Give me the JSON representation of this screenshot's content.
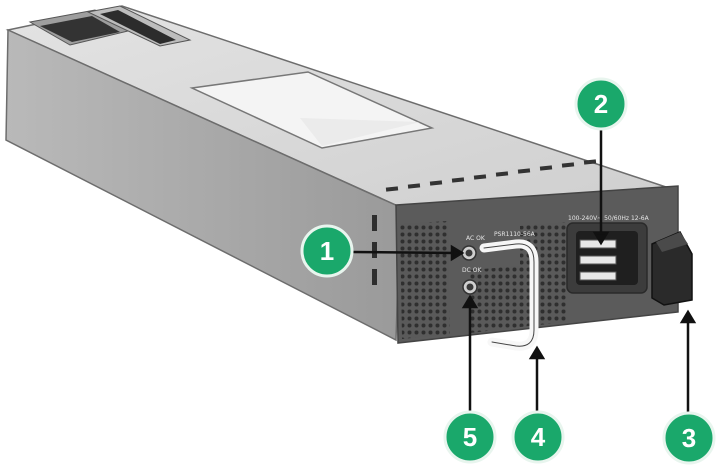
{
  "diagram": {
    "panel_labels": {
      "ac_ok": "AC OK",
      "dc_ok": "DC OK",
      "model": "PSR1110-56A",
      "rating": "100-240V~ 50/60Hz 12-6A"
    },
    "callouts": [
      {
        "id": "1",
        "label": "1",
        "target": "ac-ok-led"
      },
      {
        "id": "2",
        "label": "2",
        "target": "ac-power-inlet"
      },
      {
        "id": "3",
        "label": "3",
        "target": "latch"
      },
      {
        "id": "4",
        "label": "4",
        "target": "handle"
      },
      {
        "id": "5",
        "label": "5",
        "target": "dc-ok-led"
      }
    ],
    "colors": {
      "callout_fill": "#1aa86b",
      "callout_border": "#e8f5ee",
      "body_top": "#d8d8d8",
      "body_side": "#a7a7a7",
      "front_panel": "#5b5b5b",
      "arrow": "#111111"
    }
  }
}
